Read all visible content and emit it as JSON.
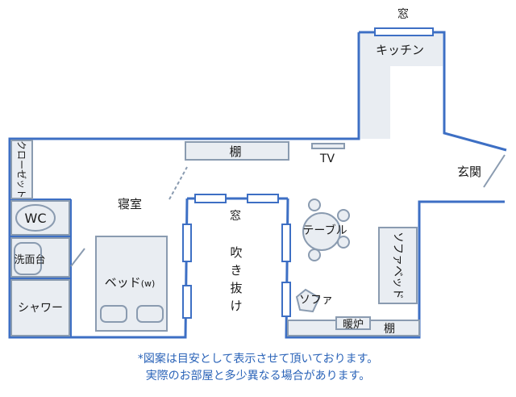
{
  "labels": {
    "window_top": "窓",
    "kitchen": "キッチン",
    "closet": "クローゼット",
    "shelf_top": "棚",
    "tv": "TV",
    "entrance": "玄関",
    "bedroom": "寝室",
    "wc": "WC",
    "washroom": "洗面台",
    "shower": "シャワー",
    "bed": "ベッド",
    "bed_size": "(w)",
    "window_void": "窓",
    "void_line1": "吹",
    "void_line2": "き",
    "void_line3": "抜",
    "void_line4": "け",
    "table": "テーブル",
    "sofa_bed": "ソファベッド",
    "sofa": "ソファ",
    "fireplace": "暖炉",
    "shelf_bottom": "棚"
  },
  "notes": {
    "line1_mark": "*",
    "line1": "図案は目安として表示させて頂いております。",
    "line2": "実際のお部屋と多少異なる場合があります。"
  },
  "colors": {
    "wall": "#3d6fc4",
    "fixture_fill": "#e9edf2",
    "fixture_stroke": "#8a9bb0",
    "note_text": "#2a63b8"
  }
}
